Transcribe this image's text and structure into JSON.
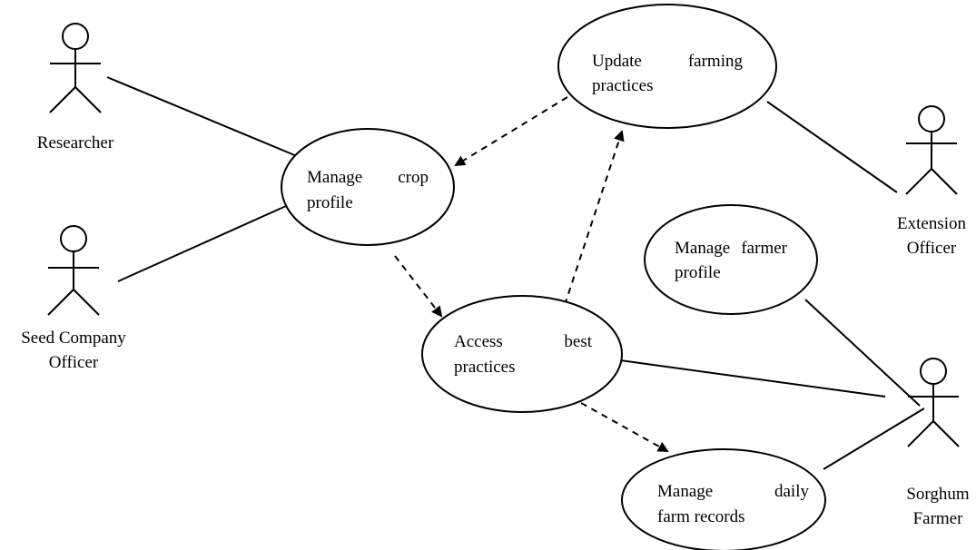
{
  "actors": {
    "researcher": {
      "label": "Researcher"
    },
    "seed_company_officer": {
      "label_line1": "Seed Company",
      "label_line2": "Officer"
    },
    "extension_officer": {
      "label_line1": "Extension",
      "label_line2": "Officer"
    },
    "sorghum_farmer": {
      "label_line1": "Sorghum",
      "label_line2": "Farmer"
    }
  },
  "use_cases": {
    "update_farming_practices": {
      "line1_word1": "Update",
      "line1_word2": "farming",
      "line2": "practices"
    },
    "manage_crop_profile": {
      "line1_word1": "Manage",
      "line1_word2": "crop",
      "line2": "profile"
    },
    "manage_farmer_profile": {
      "line1_word1": "Manage",
      "line1_word2": "farmer",
      "line2": "profile"
    },
    "access_best_practices": {
      "line1_word1": "Access",
      "line1_word2": "best",
      "line2": "practices"
    },
    "manage_daily_farm_records": {
      "line1_word1": "Manage",
      "line1_word2": "daily",
      "line2": "farm records"
    }
  }
}
